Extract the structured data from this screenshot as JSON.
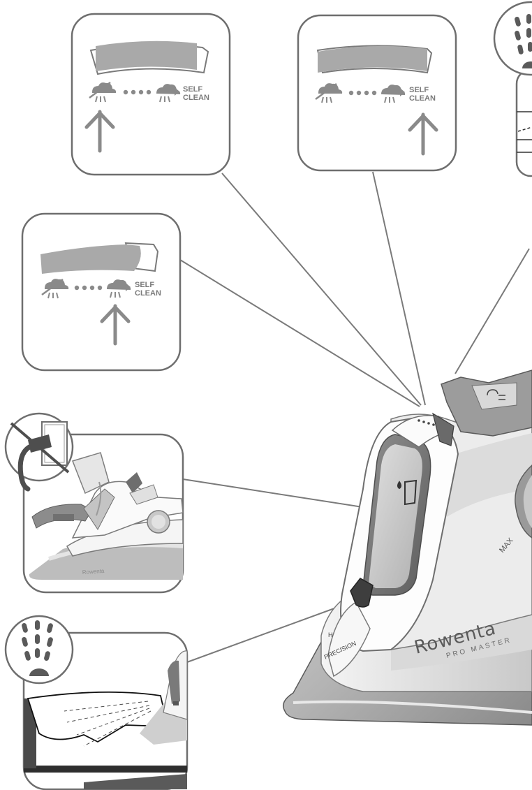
{
  "steam_selector": {
    "self_clean_line1": "SELF",
    "self_clean_line2": "CLEAN"
  },
  "iron": {
    "brand": "Rowenta",
    "model": "PRO MASTER",
    "max_mark": "MAX",
    "tip_label": "PRECISION",
    "tip_label_partial": "H"
  }
}
